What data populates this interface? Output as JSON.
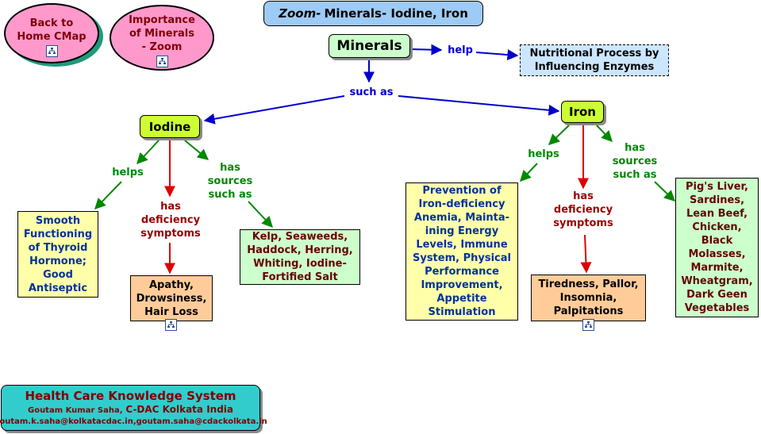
{
  "title": {
    "prefix": "Zoom-",
    "rest": "Minerals- Iodine, Iron"
  },
  "nav": {
    "back_home": "Back to\nHome CMap",
    "importance": "Importance\nof Minerals\n- Zoom"
  },
  "concepts": {
    "minerals": "Minerals",
    "nutritional_process": "Nutritional Process by\nInfluencing Enzymes",
    "iodine": "Iodine",
    "iron": "Iron",
    "thyroid": "Smooth\nFunctioning\nof Thyroid\nHormone;\nGood\nAntiseptic",
    "apathy": "Apathy,\nDrowsiness,\nHair Loss",
    "kelp": "Kelp, Seaweeds,\nHaddock, Herring,\nWhiting, Iodine-\nFortified Salt",
    "prevention": "Prevention of\nIron-deficiency\nAnemia, Mainta-\nining Energy\nLevels, Immune\nSystem, Physical\nPerformance\nImprovement,\nAppetite\nStimulation",
    "tiredness": "Tiredness, Pallor,\nInsomnia,\nPalpitations",
    "pigs_liver": "Pig's Liver,\nSardines,\nLean Beef,\nChicken,\nBlack\nMolasses,\nMarmite,\nWheatgram,\nDark Geen\nVegetables"
  },
  "links": {
    "help": "help",
    "such_as": "such as",
    "iodine_helps": "helps",
    "iodine_deficiency": "has\ndeficiency\nsymptoms",
    "iodine_sources": "has\nsources\nsuch as",
    "iron_helps": "helps",
    "iron_deficiency": "has\ndeficiency\nsymptoms",
    "iron_sources": "has\nsources\nsuch as"
  },
  "footer": {
    "system": "Health Care Knowledge System",
    "author_name": "Goutam Kumar Saha,",
    "org": "C-DAC Kolkata India",
    "emails": "goutam.k.saha@kolkatacdac.in,goutam.saha@cdackolkata.in"
  },
  "icons": [
    "cmap-resource-icon"
  ],
  "colors": {
    "title_bg": "#9dcbf5",
    "back_home_bg": "#ff99cc",
    "importance_bg": "#ff99cc",
    "concept_green": "#ccffcc",
    "concept_lime": "#ccff33",
    "concept_yellow": "#ffffaa",
    "concept_orange": "#ffcc99",
    "footer_bg": "#33cccc",
    "link_blue": "#0000cc",
    "link_green": "#008800",
    "link_red": "#dd0000"
  }
}
